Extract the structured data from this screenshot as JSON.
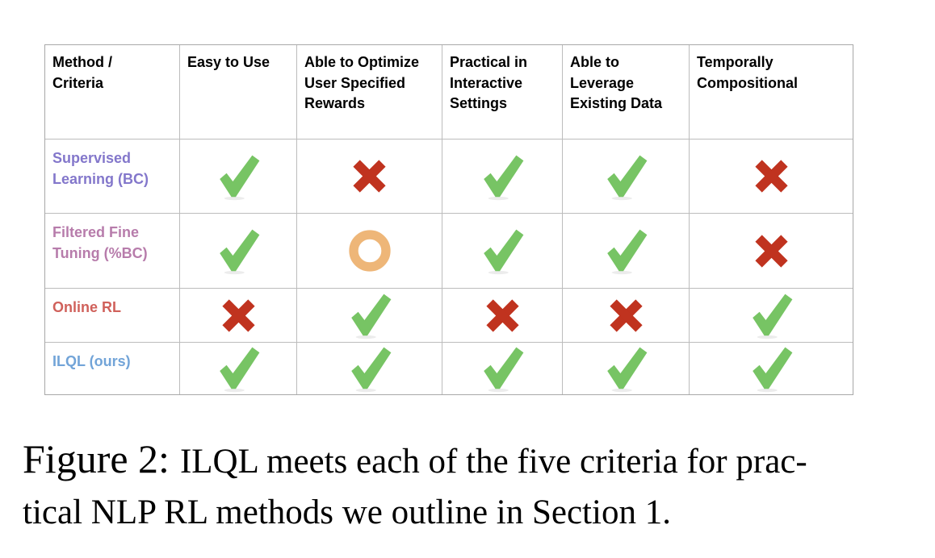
{
  "table": {
    "columns": [
      "Method / Criteria",
      "Easy to Use",
      "Able to Optimize User Specified Rewards",
      "Practical in Interactive Settings",
      "Able to Leverage Existing Data",
      "Temporally Compositional"
    ],
    "rows": [
      {
        "method": "Supervised Learning (BC)",
        "color": "#8377cb",
        "cells": [
          "check",
          "cross",
          "check",
          "check",
          "cross"
        ]
      },
      {
        "method": "Filtered Fine Tuning (%BC)",
        "color": "#b77cab",
        "cells": [
          "check",
          "circle",
          "check",
          "check",
          "cross"
        ]
      },
      {
        "method": "Online RL",
        "color": "#d0615b",
        "cells": [
          "cross",
          "check",
          "cross",
          "cross",
          "check"
        ]
      },
      {
        "method": "ILQL (ours)",
        "color": "#72a4d8",
        "cells": [
          "check",
          "check",
          "check",
          "check",
          "check"
        ]
      }
    ]
  },
  "icons": {
    "check": {
      "name": "green-check-icon",
      "color": "#77c464",
      "shadow": "#ececec"
    },
    "cross": {
      "name": "red-cross-icon",
      "color": "#c0331f"
    },
    "circle": {
      "name": "orange-circle-icon",
      "color": "#eeb678"
    }
  },
  "caption": {
    "label": "Figure 2:",
    "line1": "ILQL meets each of the five criteria for prac-",
    "line2": "tical NLP RL methods we outline in Section 1."
  }
}
